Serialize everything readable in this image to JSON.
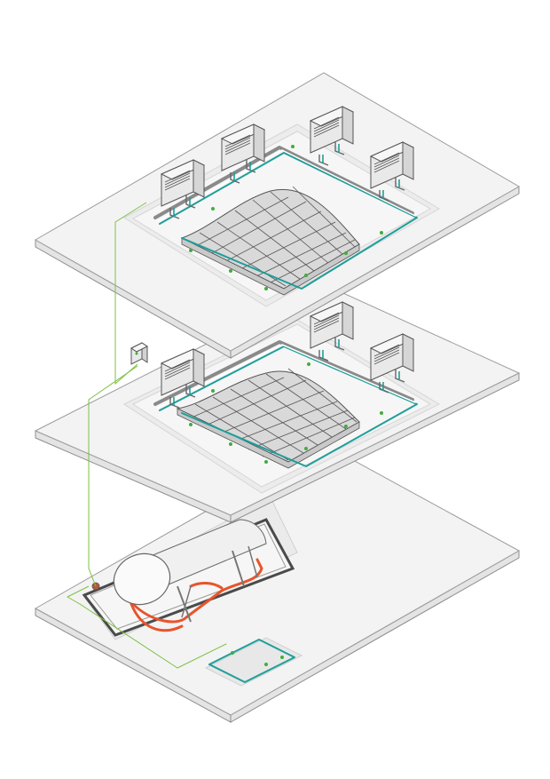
{
  "title": "",
  "colors": {
    "page_background": "#ffffff",
    "slab_top": "#f3f3f3",
    "slab_edge": "#9c9c9c",
    "slab_side": "#e4e4e4",
    "zone_outline": "#d6d6d6",
    "heating_grid_fill": "#d9d9d9",
    "heating_grid_line": "#555555",
    "distribution_pipe": "#1f9e9a",
    "control_line": "#7cc242",
    "hot_water_pipe": "#e8542b",
    "fan_coil_body": "#e9e9e9",
    "fan_coil_stroke": "#555555",
    "tank_body": "#f0f0f0",
    "base_frame": "#4a4a4a",
    "sensor_dot": "#3fae3a"
  },
  "icons": {
    "fan_coil_unit": "fan-coil-unit-icon",
    "storage_tank": "storage-tank-icon",
    "control_box": "control-box-icon",
    "radiant_panel": "radiant-ceiling-panel-icon"
  },
  "floors": [
    {
      "level": "upper",
      "fan_coil_units": 4,
      "radiant_panel": true
    },
    {
      "level": "middle",
      "fan_coil_units": 3,
      "radiant_panel": true
    },
    {
      "level": "ground",
      "fan_coil_units": 0,
      "radiant_panel": false,
      "storage_tank": true,
      "manifold_loop": true
    }
  ]
}
